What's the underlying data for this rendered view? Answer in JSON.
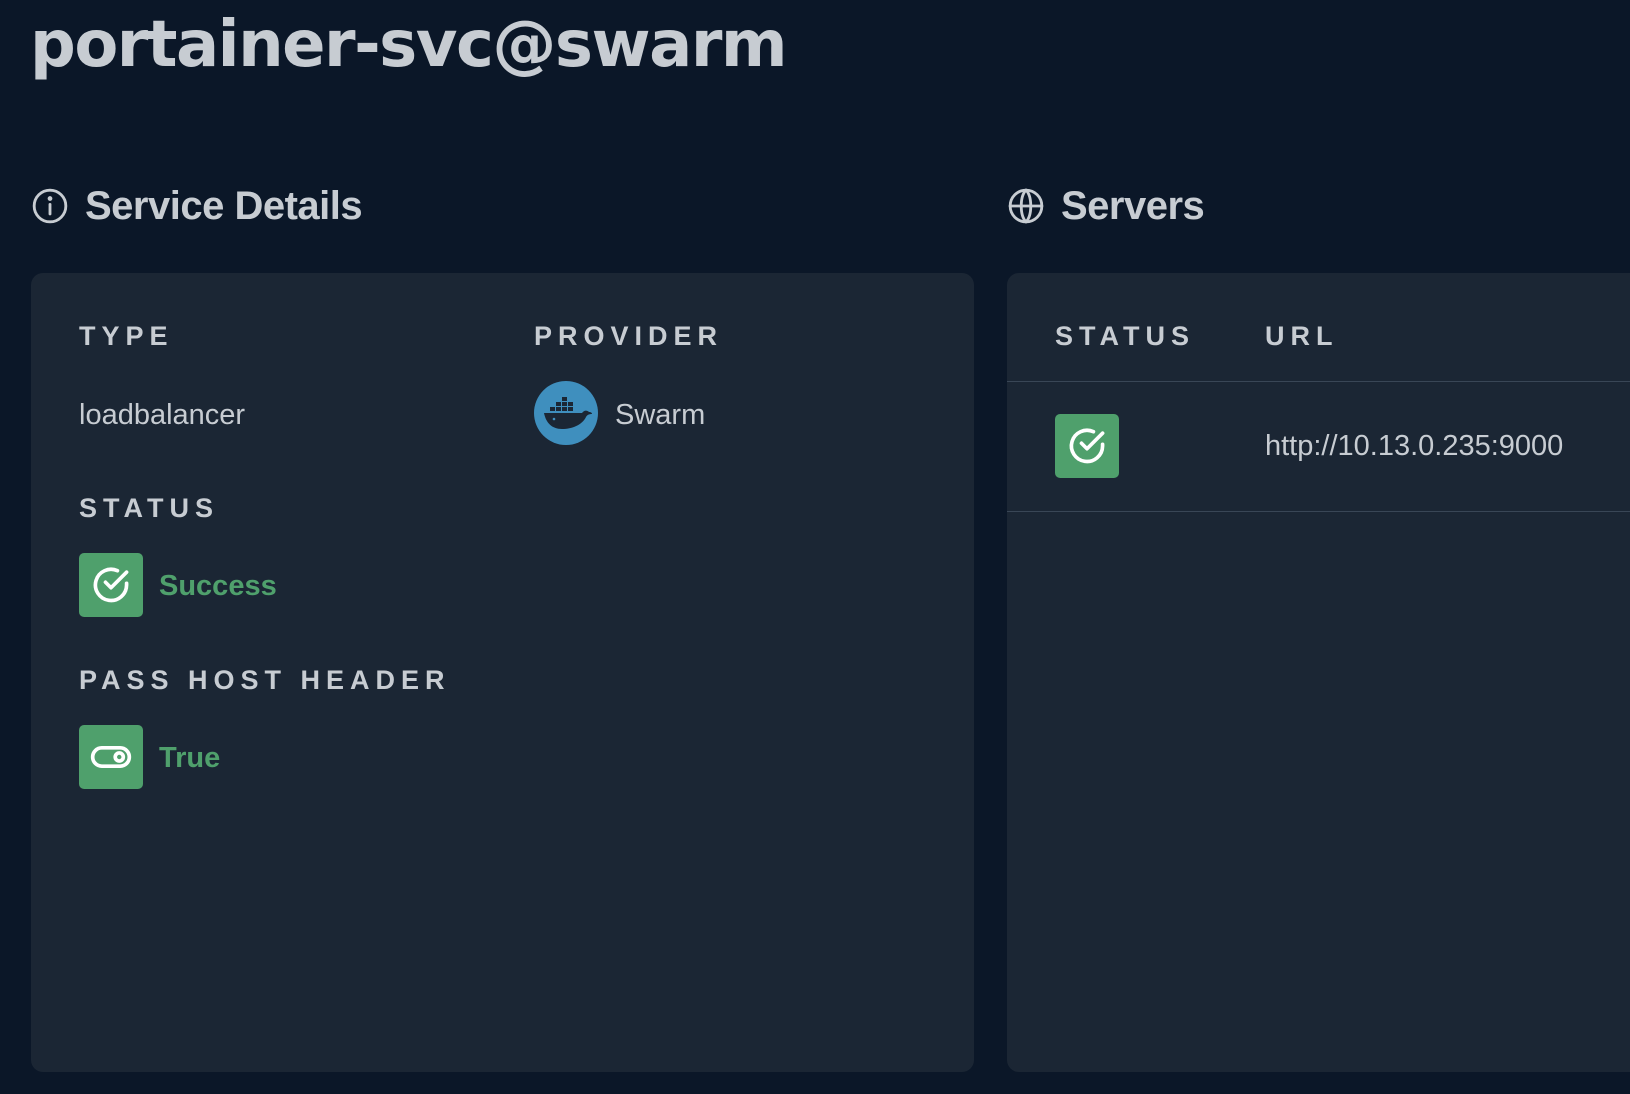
{
  "page": {
    "title": "portainer-svc@swarm"
  },
  "service_details": {
    "heading": "Service Details",
    "heading_icon": "info-circle-icon",
    "type_label": "TYPE",
    "type_value": "loadbalancer",
    "provider_label": "PROVIDER",
    "provider_value": "Swarm",
    "provider_icon": "docker-swarm-icon",
    "status_label": "STATUS",
    "status_value": "Success",
    "status_icon": "check-circle-icon",
    "pass_host_header_label": "PASS HOST HEADER",
    "pass_host_header_value": "True",
    "pass_host_header_icon": "toggle-on-icon"
  },
  "servers": {
    "heading": "Servers",
    "heading_icon": "globe-icon",
    "columns": [
      "STATUS",
      "URL"
    ],
    "rows": [
      {
        "status_icon": "check-circle-icon",
        "url": "http://10.13.0.235:9000"
      }
    ]
  },
  "colors": {
    "background": "#0b1728",
    "card": "#1b2634",
    "text": "#c7ccd2",
    "success": "#4fa06c",
    "docker_blue": "#3f8fbe"
  }
}
